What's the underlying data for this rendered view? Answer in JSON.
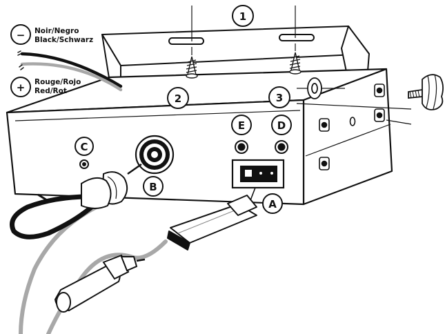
{
  "wires": {
    "negative": {
      "symbol": "−",
      "line1": "Noir/Negro",
      "line2": "Black/Schwarz"
    },
    "positive": {
      "symbol": "+",
      "line1": "Rouge/Rojo",
      "line2": "Red/Rot"
    }
  },
  "callouts": {
    "bracket": "1",
    "screw_left": "2",
    "screw_right": "3",
    "power_socket": "A",
    "antenna_socket": "B",
    "mic_socket": "C",
    "jack_d": "D",
    "jack_e": "E"
  },
  "colors": {
    "ink": "#111111",
    "cable_gray": "#a8a8a8",
    "background": "#ffffff"
  }
}
